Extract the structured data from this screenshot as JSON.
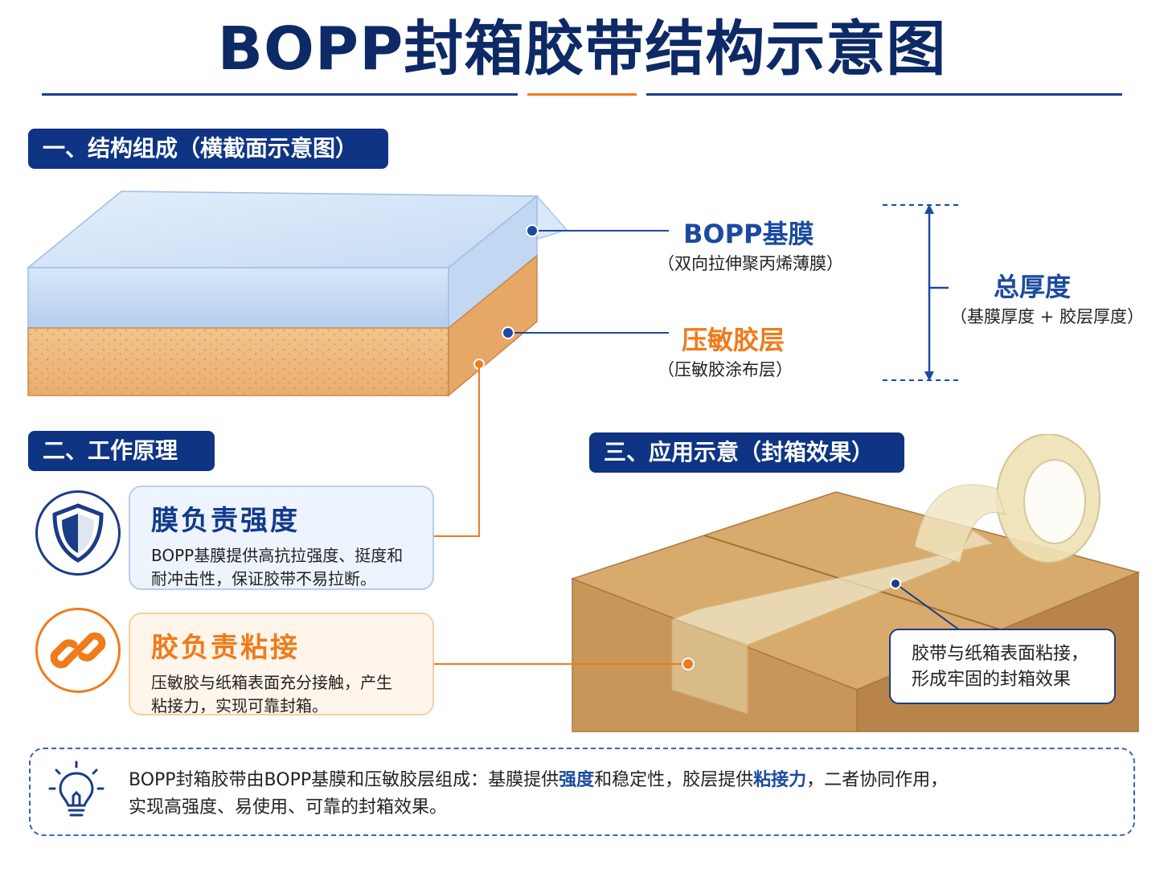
{
  "title": "BOPP封箱胶带结构示意图",
  "colors": {
    "navy": "#0f3483",
    "blue": "#1b4aa0",
    "orange": "#ef7b1b",
    "cardboard": "#c99a5f"
  },
  "sections": {
    "structure": "一、结构组成（横截面示意图）",
    "principle": "二、工作原理",
    "application": "三、应用示意（封箱效果）"
  },
  "layers": {
    "film": {
      "name": "BOPP基膜",
      "desc": "（双向拉伸聚丙烯薄膜）"
    },
    "adhesive": {
      "name": "压敏胶层",
      "desc": "（压敏胶涂布层）"
    },
    "total": {
      "name": "总厚度",
      "desc": "（基膜厚度 + 胶层厚度）"
    }
  },
  "principles": [
    {
      "icon": "shield-icon",
      "title": "膜负责强度",
      "text_line1": "BOPP基膜提供高抗拉强度、挺度和",
      "text_line2": "耐冲击性，保证胶带不易拉断。"
    },
    {
      "icon": "chain-link-icon",
      "title": "胶负责粘接",
      "text_line1": "压敏胶与纸箱表面充分接触，产生",
      "text_line2": "粘接力，实现可靠封箱。"
    }
  ],
  "callout": {
    "line1": "胶带与纸箱表面粘接，",
    "line2": "形成牢固的封箱效果"
  },
  "note": {
    "icon": "lightbulb-icon",
    "p1": "BOPP封箱胶带由BOPP基膜和压敏胶层组成：基膜提供",
    "h1": "强度",
    "p2": "和稳定性，胶层提供",
    "h2": "粘接力",
    "p3": "，二者协同作用，",
    "line2": "实现高强度、易使用、可靠的封箱效果。"
  }
}
